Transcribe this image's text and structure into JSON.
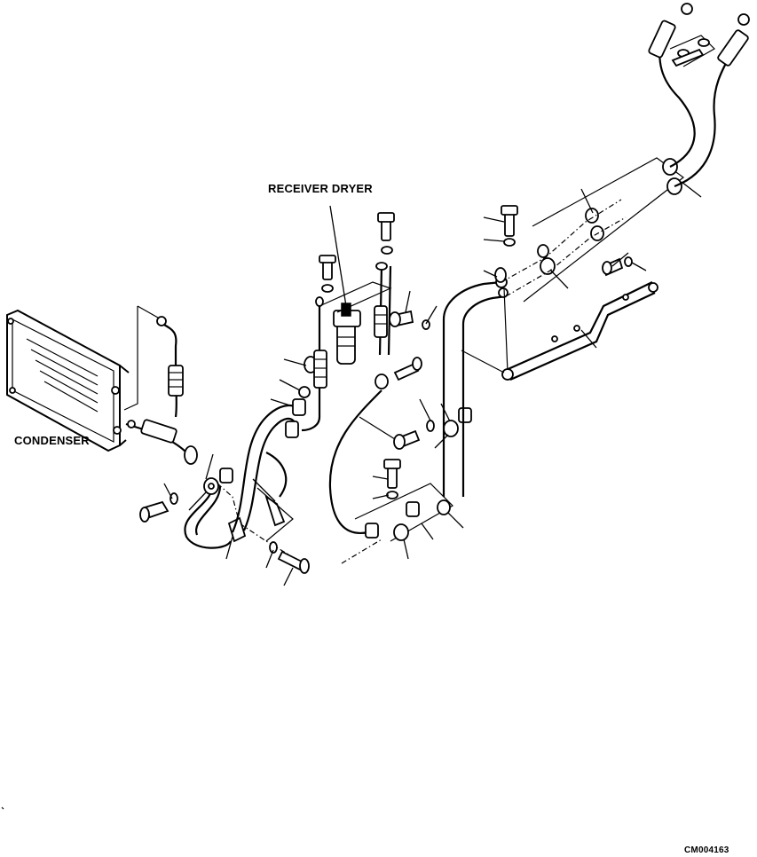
{
  "labels": {
    "receiver_dryer": "RECEIVER DRYER",
    "condenser": "CONDENSER",
    "figure_code": "CM004163"
  },
  "colors": {
    "ink": "#000000",
    "paper": "#ffffff"
  }
}
